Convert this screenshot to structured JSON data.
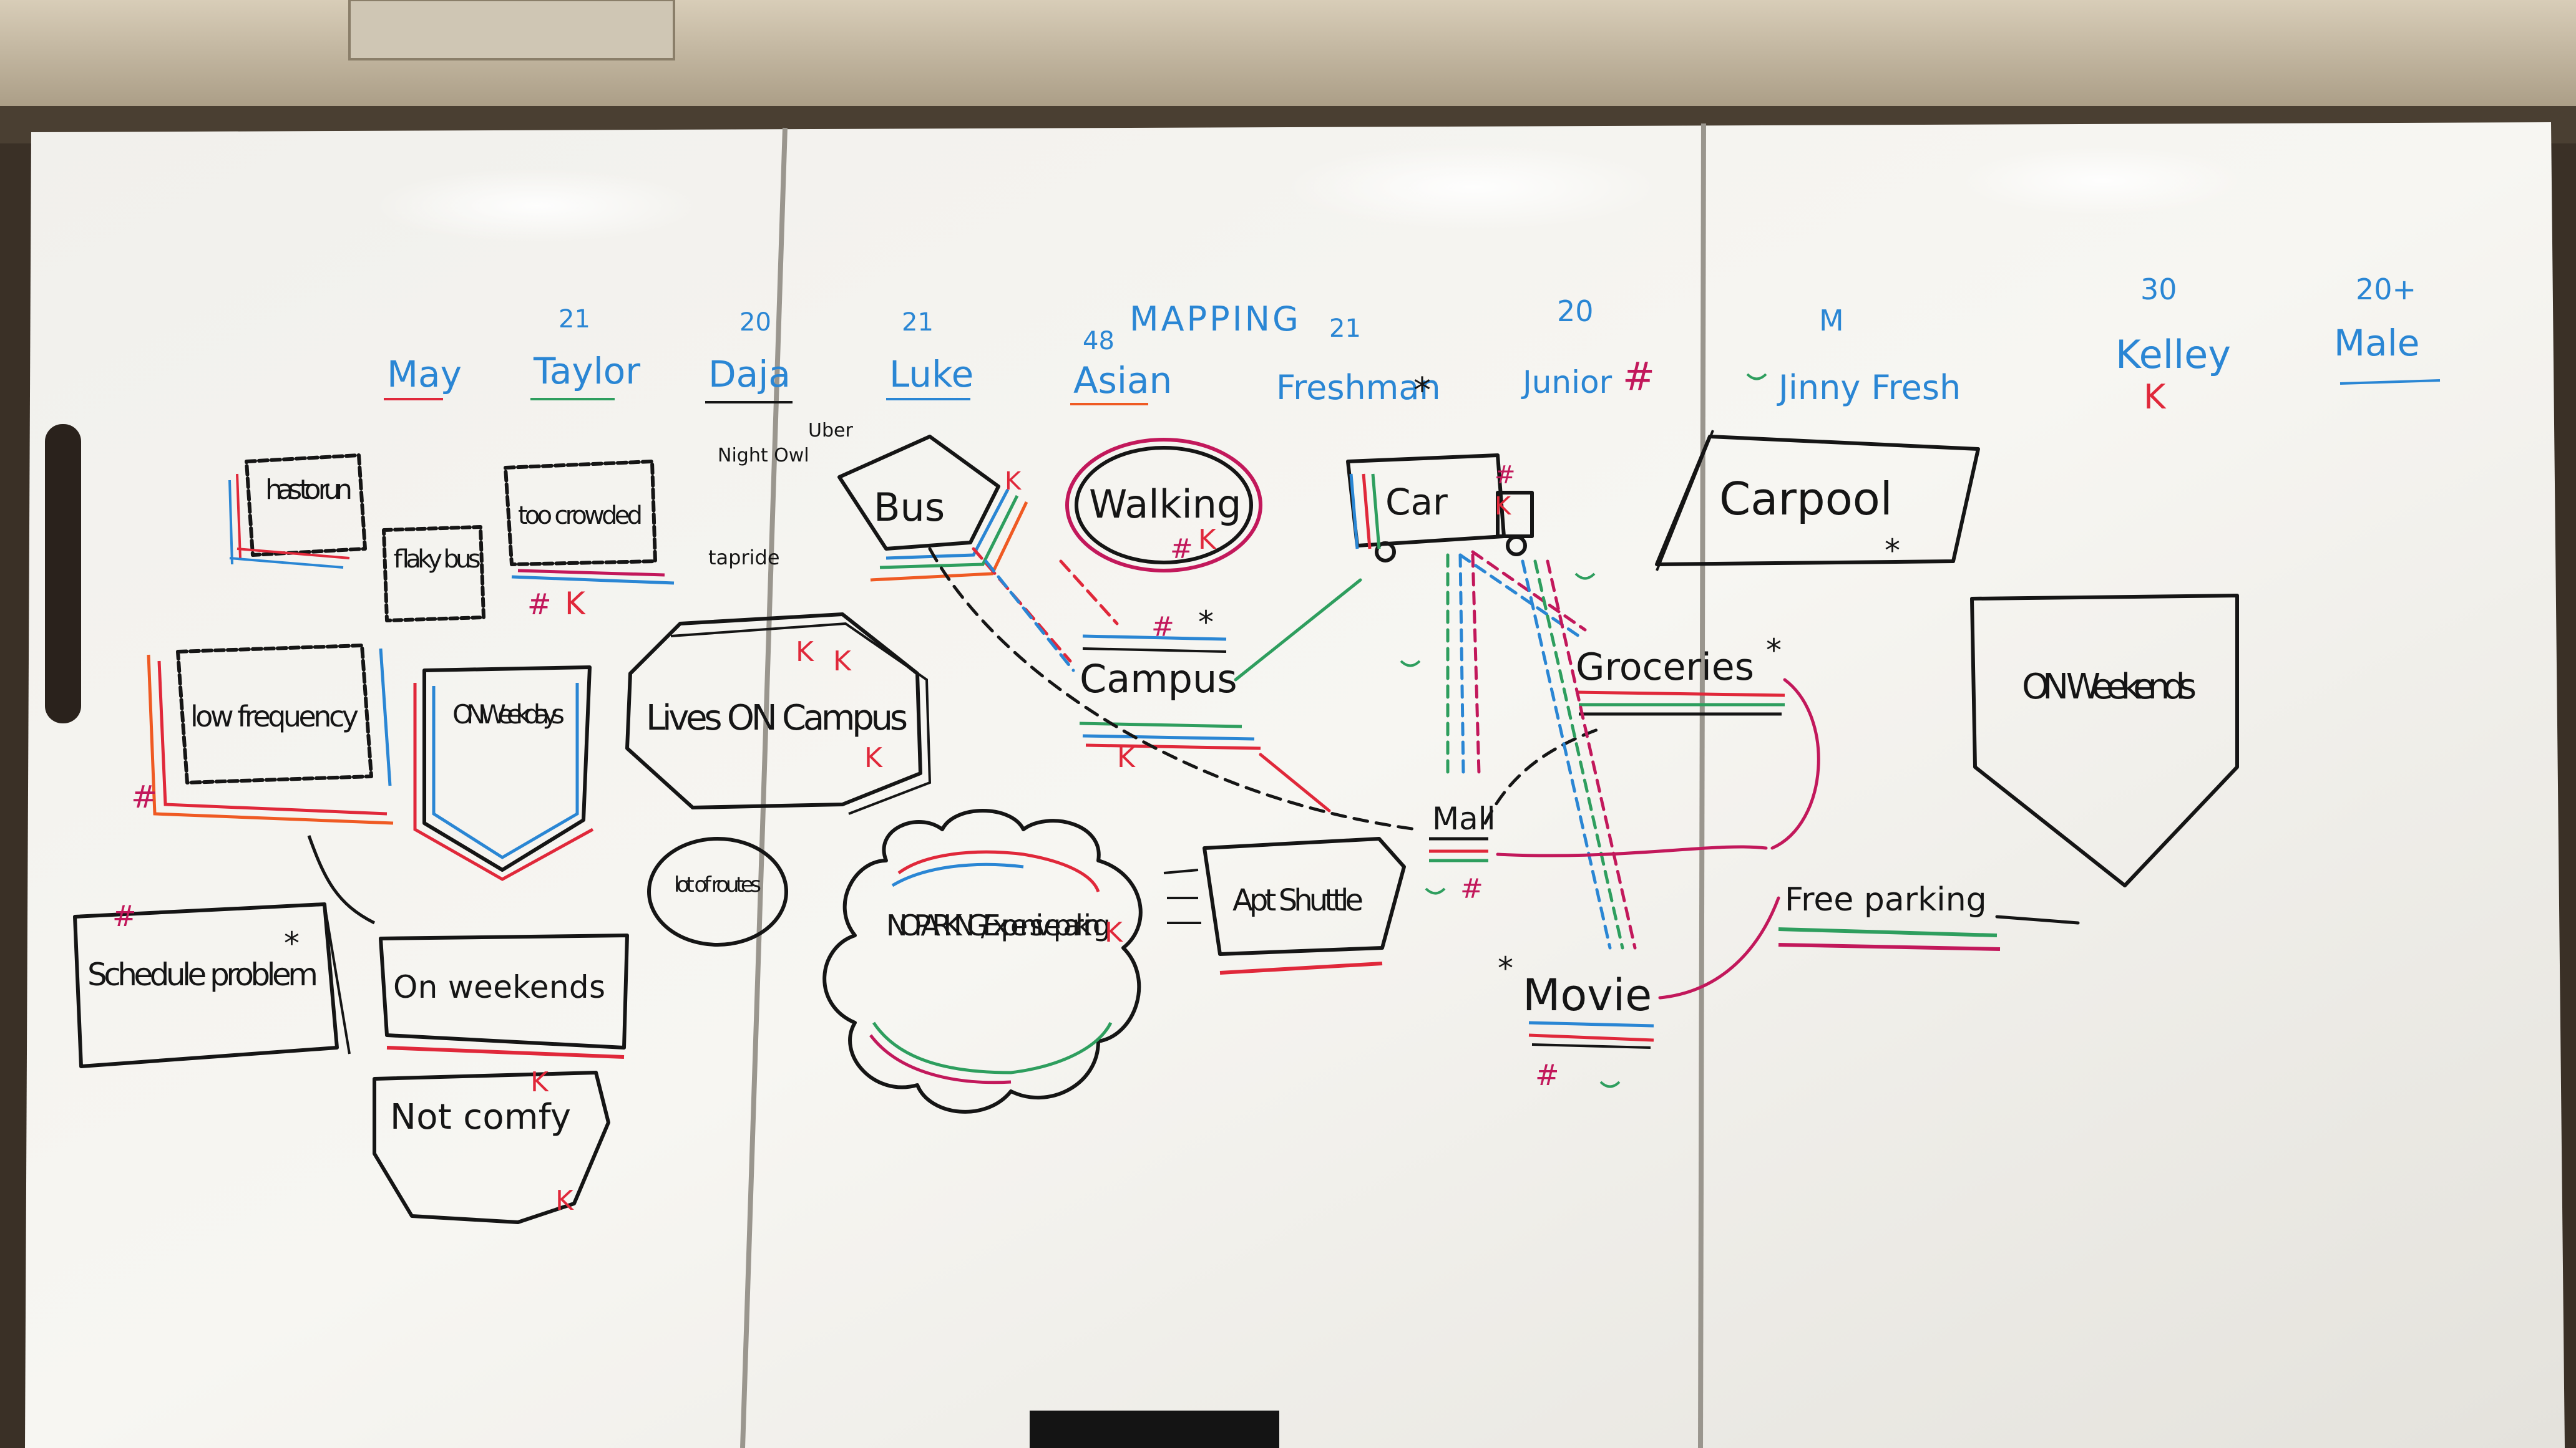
{
  "board": {
    "title": "MAPPING",
    "personas": [
      {
        "age": "",
        "name": "May"
      },
      {
        "age": "21",
        "name": "Taylor"
      },
      {
        "age": "20",
        "name": "Daja"
      },
      {
        "age": "21",
        "name": "Luke"
      },
      {
        "age": "48",
        "name": "Asian"
      },
      {
        "age": "21",
        "name": "Freshman"
      },
      {
        "age": "20",
        "name": "Junior"
      },
      {
        "age": "M",
        "name": "Jinny Fresh"
      },
      {
        "age": "30",
        "name": "Kelley"
      },
      {
        "age": "20+",
        "name": "Male"
      }
    ],
    "left_notes": {
      "has_to_run": "has to run",
      "flaky_bus": "flaky bus",
      "too_crowded": "too crowded",
      "low_frequency": "low frequency",
      "on_weekdays": "ON Weekdays",
      "lives_on_campus": "Lives ON Campus",
      "night_owl": "Night Owl",
      "uber": "Uber",
      "tap_ride": "tapride",
      "lot_of_routes": "lot of routes",
      "schedule_problem": "Schedule problem",
      "on_weekends": "On weekends",
      "not_comfy": "Not comfy"
    },
    "transport": {
      "bus": "Bus",
      "walking": "Walking",
      "car": "Car",
      "carpool": "Carpool",
      "apt_shuttle": "Apt Shuttle",
      "no_parking": "NO PARKING / Expensive parking"
    },
    "destinations": {
      "campus": "Campus",
      "mall": "Mall",
      "groceries": "Groceries",
      "movie": "Movie",
      "free_parking": "Free parking",
      "on_weekends_right": "ON Weekends"
    },
    "colors": {
      "black": "#151515",
      "blue": "#2a86d4",
      "red": "#e0283a",
      "magenta": "#c2185b",
      "green": "#2e9e5e",
      "orange": "#ef5a23"
    }
  }
}
